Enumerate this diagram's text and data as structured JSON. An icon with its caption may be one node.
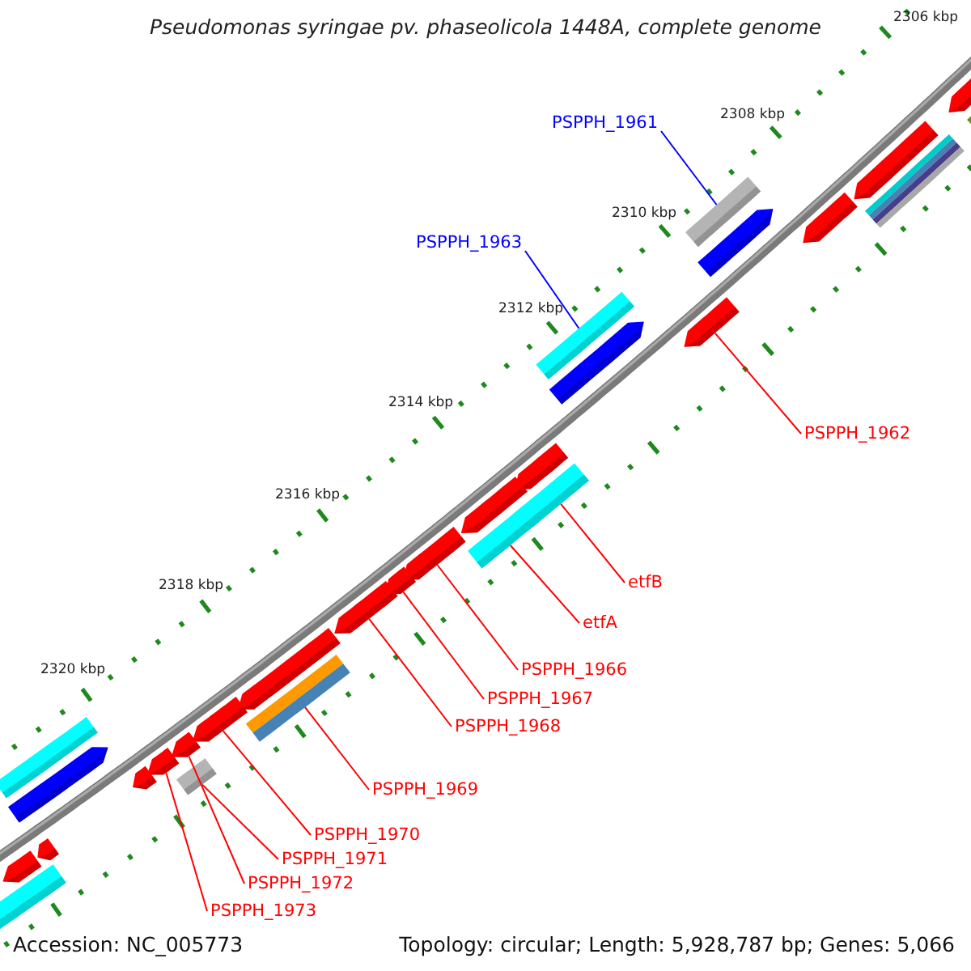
{
  "diagram": {
    "title": "Pseudomonas syringae pv. phaseolicola 1448A, complete genome",
    "nodes": [
      {
        "text": [
          "PSPPH_1961"
        ]
      },
      {
        "text": [],
        "shape": "bar"
      },
      {
        "text": [
          "PSPPH_1963"
        ]
      },
      {
        "text": [],
        "shape": "bar"
      },
      {
        "text": [],
        "shape": "arrow"
      },
      {
        "text": [
          "PSPPH_1962"
        ]
      },
      {
        "text": [],
        "shape": "bar"
      },
      {
        "text": [
          "etfB"
        ]
      },
      {
        "text": [],
        "shape": "bar"
      },
      {
        "text": [
          "etfA"
        ]
      },
      {
        "text": [],
        "shape": "arrow"
      },
      {
        "text": [
          "PSPPH_1966"
        ]
      },
      {
        "text": [],
        "shape": "arrow"
      },
      {
        "text": [
          "PSPPH_1967"
        ]
      },
      {
        "text": [],
        "shape": "arrow"
      },
      {
        "text": [
          "PSPPH_1968"
        ]
      },
      {
        "text": [],
        "shape": "bar"
      },
      {
        "text": [
          "PSPPH_1969"
        ]
      },
      {
        "text": [],
        "shape": "arrow"
      },
      {
        "text": [
          "PSPPH_1970"
        ]
      },
      {
        "text": [],
        "shape": "bar"
      },
      {
        "text": [
          "PSPPH_1971"
        ]
      },
      {
        "text": [],
        "shape": "arrow"
      },
      {
        "text": [
          "PSPPH_1972"
        ]
      },
      {
        "text": [],
        "shape": "arrow"
      },
      {
        "text": [
          "PSPPH_1973"
        ]
      },
      {
        "text": [],
        "shape": "arrow"
      },
      {
        "text": [],
        "shape": "arrow"
      },
      {
        "text": [],
        "shape": "arrow"
      },
      {
        "text": [],
        "shape": "bar"
      },
      {
        "text": [],
        "shape": "bar"
      },
      {
        "text": [],
        "shape": "arrow"
      },
      {
        "text": [],
        "shape": "arrow"
      },
      {
        "text": [],
        "shape": "arrow"
      },
      {
        "text": [],
        "shape": "arrow"
      },
      {
        "text": [],
        "shape": "arrow"
      },
      {
        "text": [],
        "shape": "arrow"
      },
      {
        "text": [],
        "shape": "bar"
      },
      {
        "text": [],
        "shape": "arrow"
      },
      {
        "text": [],
        "shape": "arrow"
      },
      {
        "text": [],
        "shape": "arrow"
      },
      {
        "text": [],
        "shape": "bar"
      }
    ],
    "edges": [
      {
        "from": 0,
        "to": 1,
        "arrow": "none",
        "color": "#0000ff"
      },
      {
        "from": 2,
        "to": 3,
        "arrow": "none",
        "color": "#0000ff"
      },
      {
        "from": 5,
        "to": 4,
        "arrow": "none"
      },
      {
        "from": 7,
        "to": 6,
        "arrow": "none"
      },
      {
        "from": 9,
        "to": 8,
        "arrow": "none"
      },
      {
        "from": 11,
        "to": 10,
        "arrow": "none"
      },
      {
        "from": 13,
        "to": 12,
        "arrow": "none"
      },
      {
        "from": 15,
        "to": 14,
        "arrow": "none"
      },
      {
        "from": 17,
        "to": 16,
        "arrow": "none"
      },
      {
        "from": 19,
        "to": 18,
        "arrow": "none"
      },
      {
        "from": 21,
        "to": 20,
        "arrow": "none"
      },
      {
        "from": 23,
        "to": 22,
        "arrow": "none"
      },
      {
        "from": 25,
        "to": 24,
        "arrow": "none"
      }
    ],
    "labels": [
      "2306 kbp",
      "2308 kbp",
      "2310 kbp",
      "2312 kbp",
      "2314 kbp",
      "2316 kbp",
      "2318 kbp",
      "2320 kbp",
      "Accession: NC_005773",
      "Topology: circular; Length: 5,928,787 bp; Genes: 5,066"
    ]
  }
}
